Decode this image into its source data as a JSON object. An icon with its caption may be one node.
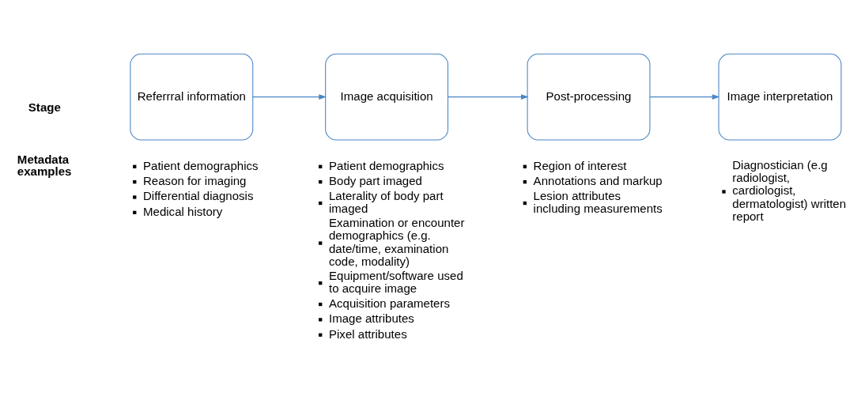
{
  "diagram": {
    "nodes": [
      {
        "text": [
          "Referrral information"
        ],
        "beside": [
          "Patient demographics",
          "Reason for imaging",
          "Differential diagnosis",
          "Medical history"
        ]
      },
      {
        "text": [
          "Image acquisition"
        ],
        "beside": [
          "Patient demographics",
          "Body part imaged",
          "Laterality of body part imaged",
          "Examination or encounter demographics (e.g. date/time, examination code, modality)",
          "Equipment/software used to acquire image",
          "Acquisition parameters",
          "Image attributes",
          "Pixel attributes"
        ]
      },
      {
        "text": [
          "Post-processing"
        ],
        "beside": [
          "Region of interest",
          "Annotations and markup",
          "Lesion attributes including measurements"
        ]
      },
      {
        "text": [
          "Image interpretation"
        ],
        "beside": [
          "Diagnostician (e.g radiologist, cardiologist, dermatologist) written report"
        ]
      }
    ],
    "edges": [
      {
        "from": 0,
        "to": 1,
        "arrow": "to"
      },
      {
        "from": 1,
        "to": 2,
        "arrow": "to"
      },
      {
        "from": 2,
        "to": 3,
        "arrow": "to"
      }
    ],
    "labels": [
      "Stage",
      "Metadata examples"
    ]
  }
}
